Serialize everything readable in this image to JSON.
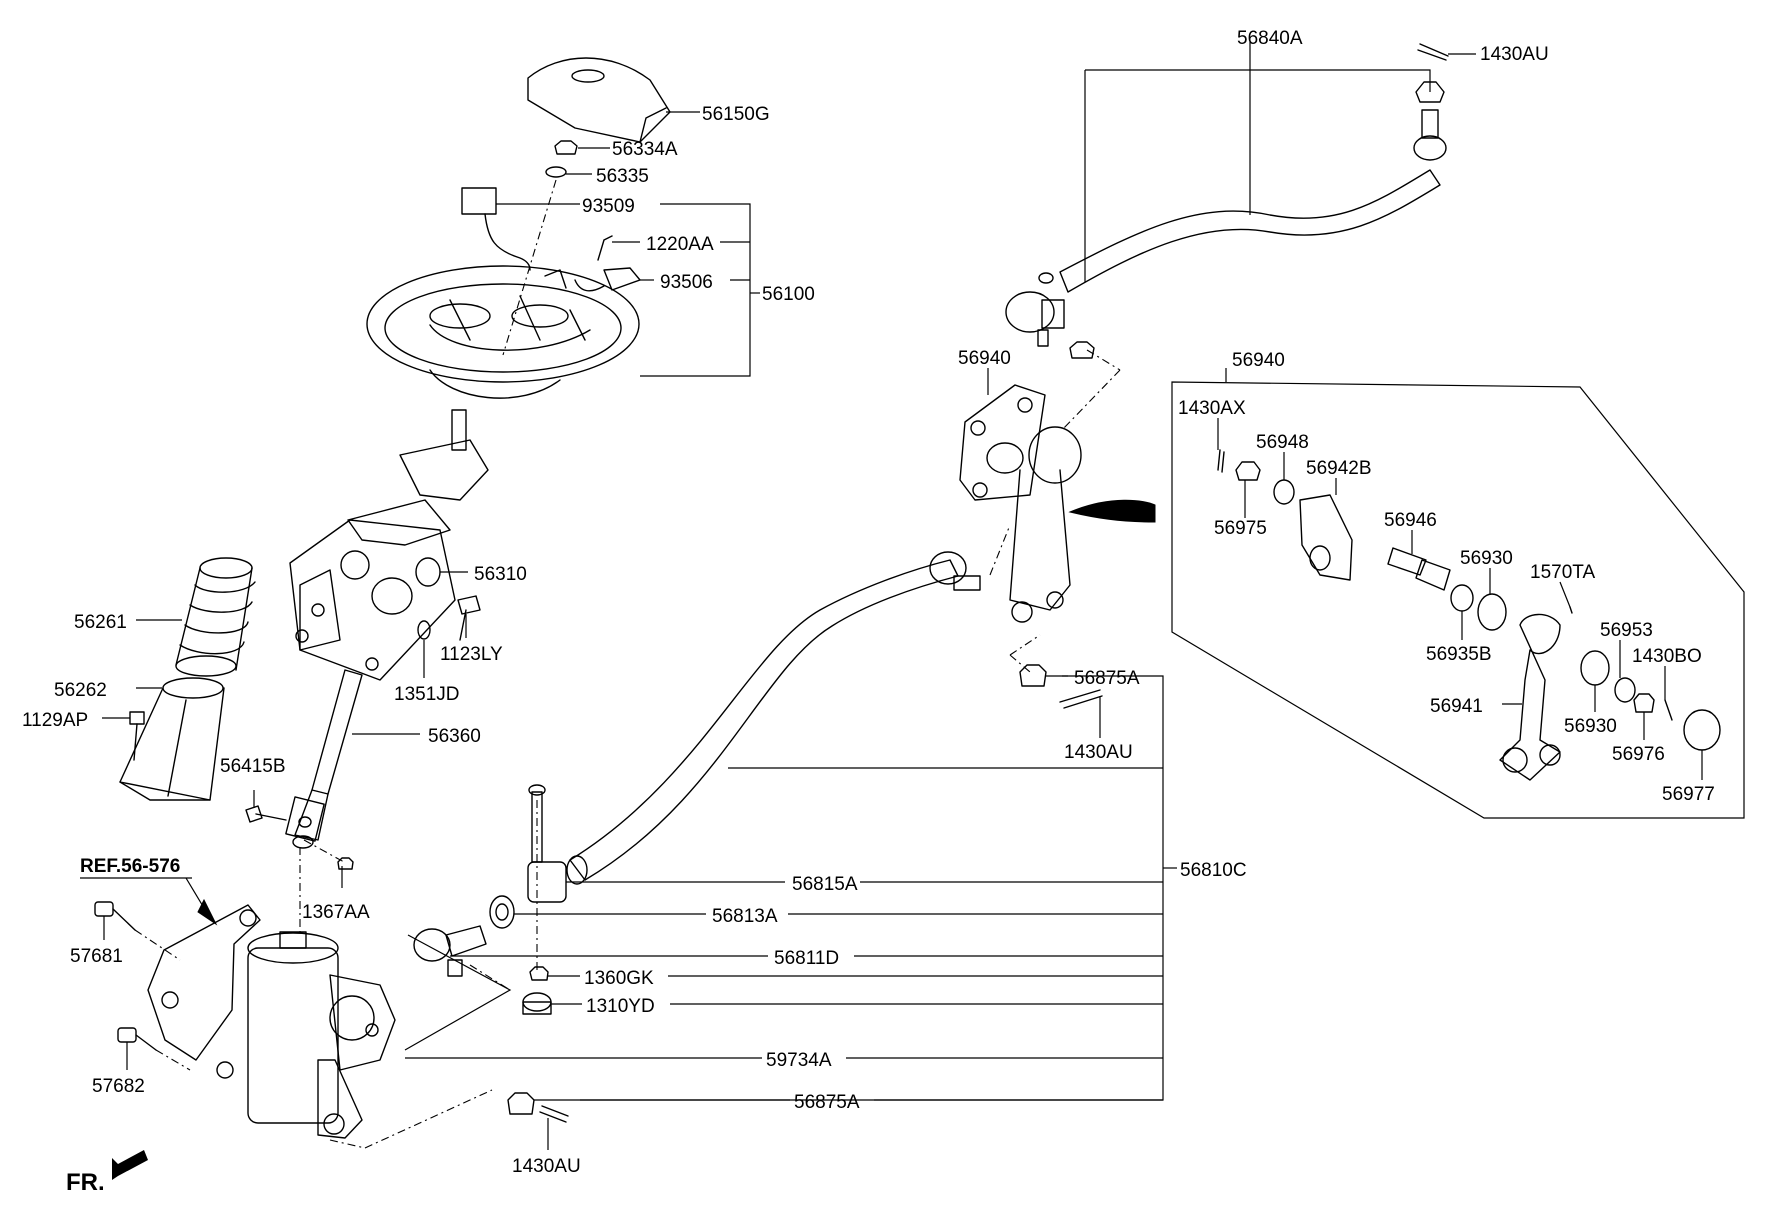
{
  "labels": {
    "p56840A": "56840A",
    "p1430AU_top": "1430AU",
    "p56150G": "56150G",
    "p56334A": "56334A",
    "p56335": "56335",
    "p93509": "93509",
    "p1220AA": "1220AA",
    "p93506": "93506",
    "p56100": "56100",
    "p56940_left": "56940",
    "p56940_box": "56940",
    "p1430AX": "1430AX",
    "p56948": "56948",
    "p56942B": "56942B",
    "p56975": "56975",
    "p56946": "56946",
    "p56930_top": "56930",
    "p1570TA": "1570TA",
    "p56935B": "56935B",
    "p56953": "56953",
    "p1430BO": "1430BO",
    "p56941": "56941",
    "p56930_bottom": "56930",
    "p56976": "56976",
    "p56977": "56977",
    "p56310": "56310",
    "p56261": "56261",
    "p1123LY": "1123LY",
    "p1351JD": "1351JD",
    "p56262": "56262",
    "p1129AP": "1129AP",
    "p56360": "56360",
    "p56875A_top": "56875A",
    "p1430AU_mid": "1430AU",
    "p56415B": "56415B",
    "pREF": "REF.56-576",
    "p1367AA": "1367AA",
    "p56810C": "56810C",
    "p56815A": "56815A",
    "p56813A": "56813A",
    "p57681": "57681",
    "p56811D": "56811D",
    "p1360GK": "1360GK",
    "p1310YD": "1310YD",
    "p57682": "57682",
    "p59734A": "59734A",
    "p56875A_bottom": "56875A",
    "p1430AU_bottom": "1430AU",
    "pFR": "FR."
  }
}
